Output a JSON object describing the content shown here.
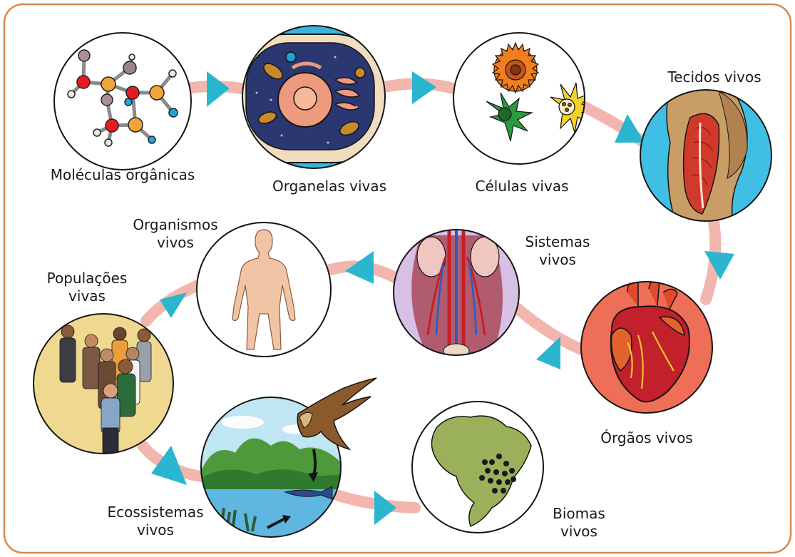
{
  "diagram": {
    "stages": [
      {
        "id": "moleculas",
        "label": "Moléculas orgânicas"
      },
      {
        "id": "organelas",
        "label": "Organelas vivas"
      },
      {
        "id": "celulas",
        "label": "Células vivas"
      },
      {
        "id": "tecidos",
        "label": "Tecidos vivos"
      },
      {
        "id": "orgaos",
        "label": "Órgãos vivos"
      },
      {
        "id": "sistemas",
        "label_lines": [
          "Sistemas",
          "vivos"
        ]
      },
      {
        "id": "organismos",
        "label_lines": [
          "Organismos",
          "vivos"
        ]
      },
      {
        "id": "populacoes",
        "label_lines": [
          "Populações",
          "vivas"
        ]
      },
      {
        "id": "ecossistemas",
        "label_lines": [
          "Ecossistemas",
          "vivos"
        ]
      },
      {
        "id": "biomas",
        "label_lines": [
          "Biomas",
          "vivos"
        ]
      }
    ],
    "colors": {
      "frame": "#d9884a",
      "flow": "#f2b6ae",
      "arrowhead": "#2ab6cf",
      "outline": "#151515"
    }
  }
}
